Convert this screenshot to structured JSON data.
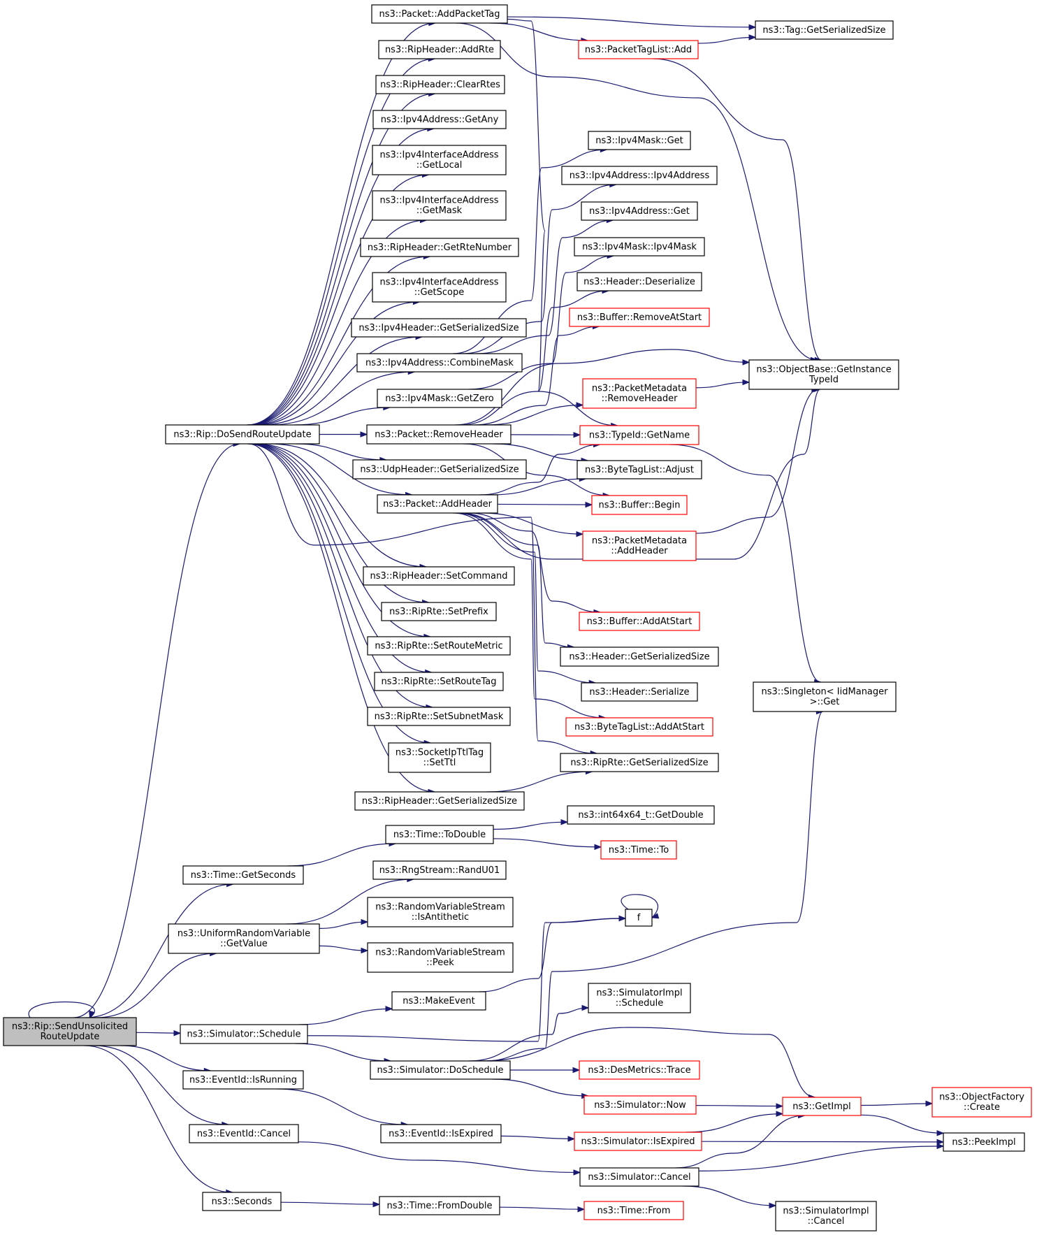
{
  "nodes": [
    {
      "id": "root",
      "lines": [
        "ns3::Rip::SendUnsolicited",
        "RouteUpdate"
      ],
      "style": "root"
    },
    {
      "id": "doSend",
      "lines": [
        "ns3::Rip::DoSendRouteUpdate"
      ],
      "style": "normal"
    },
    {
      "id": "addPacketTag",
      "lines": [
        "ns3::Packet::AddPacketTag"
      ],
      "style": "normal"
    },
    {
      "id": "addRte",
      "lines": [
        "ns3::RipHeader::AddRte"
      ],
      "style": "normal"
    },
    {
      "id": "clearRtes",
      "lines": [
        "ns3::RipHeader::ClearRtes"
      ],
      "style": "normal"
    },
    {
      "id": "getAny",
      "lines": [
        "ns3::Ipv4Address::GetAny"
      ],
      "style": "normal"
    },
    {
      "id": "getLocal",
      "lines": [
        "ns3::Ipv4InterfaceAddress",
        "::GetLocal"
      ],
      "style": "normal"
    },
    {
      "id": "getMask",
      "lines": [
        "ns3::Ipv4InterfaceAddress",
        "::GetMask"
      ],
      "style": "normal"
    },
    {
      "id": "getRteNumber",
      "lines": [
        "ns3::RipHeader::GetRteNumber"
      ],
      "style": "normal"
    },
    {
      "id": "getScope",
      "lines": [
        "ns3::Ipv4InterfaceAddress",
        "::GetScope"
      ],
      "style": "normal"
    },
    {
      "id": "ipv4HdrSize",
      "lines": [
        "ns3::Ipv4Header::GetSerializedSize"
      ],
      "style": "normal"
    },
    {
      "id": "combineMask",
      "lines": [
        "ns3::Ipv4Address::CombineMask"
      ],
      "style": "normal"
    },
    {
      "id": "getZero",
      "lines": [
        "ns3::Ipv4Mask::GetZero"
      ],
      "style": "normal"
    },
    {
      "id": "removeHeader",
      "lines": [
        "ns3::Packet::RemoveHeader"
      ],
      "style": "normal"
    },
    {
      "id": "udpHdrSize",
      "lines": [
        "ns3::UdpHeader::GetSerializedSize"
      ],
      "style": "normal"
    },
    {
      "id": "addHeader",
      "lines": [
        "ns3::Packet::AddHeader"
      ],
      "style": "normal"
    },
    {
      "id": "setCommand",
      "lines": [
        "ns3::RipHeader::SetCommand"
      ],
      "style": "normal"
    },
    {
      "id": "setPrefix",
      "lines": [
        "ns3::RipRte::SetPrefix"
      ],
      "style": "normal"
    },
    {
      "id": "setRouteMetric",
      "lines": [
        "ns3::RipRte::SetRouteMetric"
      ],
      "style": "normal"
    },
    {
      "id": "setRouteTag",
      "lines": [
        "ns3::RipRte::SetRouteTag"
      ],
      "style": "normal"
    },
    {
      "id": "setSubnetMask",
      "lines": [
        "ns3::RipRte::SetSubnetMask"
      ],
      "style": "normal"
    },
    {
      "id": "setTtl",
      "lines": [
        "ns3::SocketIpTtlTag",
        "::SetTtl"
      ],
      "style": "normal"
    },
    {
      "id": "ripHdrSize",
      "lines": [
        "ns3::RipHeader::GetSerializedSize"
      ],
      "style": "normal"
    },
    {
      "id": "tagSize",
      "lines": [
        "ns3::Tag::GetSerializedSize"
      ],
      "style": "normal"
    },
    {
      "id": "ptlAdd",
      "lines": [
        "ns3::PacketTagList::Add"
      ],
      "style": "red"
    },
    {
      "id": "maskGet",
      "lines": [
        "ns3::Ipv4Mask::Get"
      ],
      "style": "normal"
    },
    {
      "id": "addrCtor",
      "lines": [
        "ns3::Ipv4Address::Ipv4Address"
      ],
      "style": "normal"
    },
    {
      "id": "addrGet",
      "lines": [
        "ns3::Ipv4Address::Get"
      ],
      "style": "normal"
    },
    {
      "id": "maskCtor",
      "lines": [
        "ns3::Ipv4Mask::Ipv4Mask"
      ],
      "style": "normal"
    },
    {
      "id": "hdrDeser",
      "lines": [
        "ns3::Header::Deserialize"
      ],
      "style": "normal"
    },
    {
      "id": "bufRemove",
      "lines": [
        "ns3::Buffer::RemoveAtStart"
      ],
      "style": "red"
    },
    {
      "id": "pmRemove",
      "lines": [
        "ns3::PacketMetadata",
        "::RemoveHeader"
      ],
      "style": "red"
    },
    {
      "id": "typeIdName",
      "lines": [
        "ns3::TypeId::GetName"
      ],
      "style": "red"
    },
    {
      "id": "btlAdjust",
      "lines": [
        "ns3::ByteTagList::Adjust"
      ],
      "style": "normal"
    },
    {
      "id": "bufBegin",
      "lines": [
        "ns3::Buffer::Begin"
      ],
      "style": "red"
    },
    {
      "id": "pmAdd",
      "lines": [
        "ns3::PacketMetadata",
        "::AddHeader"
      ],
      "style": "red"
    },
    {
      "id": "bufAddStart",
      "lines": [
        "ns3::Buffer::AddAtStart"
      ],
      "style": "red"
    },
    {
      "id": "hdrSize",
      "lines": [
        "ns3::Header::GetSerializedSize"
      ],
      "style": "normal"
    },
    {
      "id": "hdrSer",
      "lines": [
        "ns3::Header::Serialize"
      ],
      "style": "normal"
    },
    {
      "id": "btlAddStart",
      "lines": [
        "ns3::ByteTagList::AddAtStart"
      ],
      "style": "red"
    },
    {
      "id": "rteSize",
      "lines": [
        "ns3::RipRte::GetSerializedSize"
      ],
      "style": "normal"
    },
    {
      "id": "instTypeId",
      "lines": [
        "ns3::ObjectBase::GetInstance",
        "TypeId"
      ],
      "style": "normal"
    },
    {
      "id": "singletonGet",
      "lines": [
        "ns3::Singleton< IidManager",
        " >::Get"
      ],
      "style": "normal"
    },
    {
      "id": "getSeconds",
      "lines": [
        "ns3::Time::GetSeconds"
      ],
      "style": "normal"
    },
    {
      "id": "toDouble",
      "lines": [
        "ns3::Time::ToDouble"
      ],
      "style": "normal"
    },
    {
      "id": "int64GetDouble",
      "lines": [
        "ns3::int64x64_t::GetDouble"
      ],
      "style": "normal"
    },
    {
      "id": "timeTo",
      "lines": [
        "ns3::Time::To"
      ],
      "style": "red"
    },
    {
      "id": "uniformGet",
      "lines": [
        "ns3::UniformRandomVariable",
        "::GetValue"
      ],
      "style": "normal"
    },
    {
      "id": "randU01",
      "lines": [
        "ns3::RngStream::RandU01"
      ],
      "style": "normal"
    },
    {
      "id": "isAntithetic",
      "lines": [
        "ns3::RandomVariableStream",
        "::IsAntithetic"
      ],
      "style": "normal"
    },
    {
      "id": "peek",
      "lines": [
        "ns3::RandomVariableStream",
        "::Peek"
      ],
      "style": "normal"
    },
    {
      "id": "f",
      "lines": [
        "f"
      ],
      "style": "normal"
    },
    {
      "id": "makeEvent",
      "lines": [
        "ns3::MakeEvent"
      ],
      "style": "normal"
    },
    {
      "id": "simSchedule",
      "lines": [
        "ns3::Simulator::Schedule"
      ],
      "style": "normal"
    },
    {
      "id": "implSchedule",
      "lines": [
        "ns3::SimulatorImpl",
        "::Schedule"
      ],
      "style": "normal"
    },
    {
      "id": "doSchedule",
      "lines": [
        "ns3::Simulator::DoSchedule"
      ],
      "style": "normal"
    },
    {
      "id": "desTrace",
      "lines": [
        "ns3::DesMetrics::Trace"
      ],
      "style": "red"
    },
    {
      "id": "simNow",
      "lines": [
        "ns3::Simulator::Now"
      ],
      "style": "red"
    },
    {
      "id": "getImpl",
      "lines": [
        "ns3::GetImpl"
      ],
      "style": "red"
    },
    {
      "id": "objFactory",
      "lines": [
        "ns3::ObjectFactory",
        "::Create"
      ],
      "style": "red"
    },
    {
      "id": "isRunning",
      "lines": [
        "ns3::EventId::IsRunning"
      ],
      "style": "normal"
    },
    {
      "id": "isExpired",
      "lines": [
        "ns3::EventId::IsExpired"
      ],
      "style": "normal"
    },
    {
      "id": "simIsExpired",
      "lines": [
        "ns3::Simulator::IsExpired"
      ],
      "style": "red"
    },
    {
      "id": "peekImpl",
      "lines": [
        "ns3::PeekImpl"
      ],
      "style": "normal"
    },
    {
      "id": "eventCancel",
      "lines": [
        "ns3::EventId::Cancel"
      ],
      "style": "normal"
    },
    {
      "id": "simCancel",
      "lines": [
        "ns3::Simulator::Cancel"
      ],
      "style": "normal"
    },
    {
      "id": "implCancel",
      "lines": [
        "ns3::SimulatorImpl",
        "::Cancel"
      ],
      "style": "normal"
    },
    {
      "id": "seconds",
      "lines": [
        "ns3::Seconds"
      ],
      "style": "normal"
    },
    {
      "id": "fromDouble",
      "lines": [
        "ns3::Time::FromDouble"
      ],
      "style": "normal"
    },
    {
      "id": "timeFrom",
      "lines": [
        "ns3::Time::From"
      ],
      "style": "red"
    }
  ],
  "edges": [
    [
      "root",
      "root"
    ],
    [
      "root",
      "doSend"
    ],
    [
      "root",
      "getSeconds"
    ],
    [
      "root",
      "uniformGet"
    ],
    [
      "root",
      "simSchedule"
    ],
    [
      "root",
      "isRunning"
    ],
    [
      "root",
      "eventCancel"
    ],
    [
      "root",
      "seconds"
    ],
    [
      "doSend",
      "addPacketTag"
    ],
    [
      "doSend",
      "addRte"
    ],
    [
      "doSend",
      "clearRtes"
    ],
    [
      "doSend",
      "getAny"
    ],
    [
      "doSend",
      "getLocal"
    ],
    [
      "doSend",
      "getMask"
    ],
    [
      "doSend",
      "getRteNumber"
    ],
    [
      "doSend",
      "getScope"
    ],
    [
      "doSend",
      "ipv4HdrSize"
    ],
    [
      "doSend",
      "combineMask"
    ],
    [
      "doSend",
      "getZero"
    ],
    [
      "doSend",
      "removeHeader"
    ],
    [
      "doSend",
      "udpHdrSize"
    ],
    [
      "doSend",
      "addHeader"
    ],
    [
      "doSend",
      "setCommand"
    ],
    [
      "doSend",
      "setPrefix"
    ],
    [
      "doSend",
      "setRouteMetric"
    ],
    [
      "doSend",
      "setRouteTag"
    ],
    [
      "doSend",
      "setSubnetMask"
    ],
    [
      "doSend",
      "setTtl"
    ],
    [
      "doSend",
      "ripHdrSize"
    ],
    [
      "doSend",
      "rteSize"
    ],
    [
      "addPacketTag",
      "tagSize"
    ],
    [
      "addPacketTag",
      "ptlAdd"
    ],
    [
      "addPacketTag",
      "instTypeId"
    ],
    [
      "addPacketTag",
      "typeIdName"
    ],
    [
      "ptlAdd",
      "tagSize"
    ],
    [
      "ptlAdd",
      "instTypeId"
    ],
    [
      "combineMask",
      "maskGet"
    ],
    [
      "combineMask",
      "addrCtor"
    ],
    [
      "combineMask",
      "addrGet"
    ],
    [
      "getZero",
      "maskCtor"
    ],
    [
      "removeHeader",
      "hdrDeser"
    ],
    [
      "removeHeader",
      "bufRemove"
    ],
    [
      "removeHeader",
      "instTypeId"
    ],
    [
      "removeHeader",
      "pmRemove"
    ],
    [
      "removeHeader",
      "typeIdName"
    ],
    [
      "removeHeader",
      "btlAdjust"
    ],
    [
      "removeHeader",
      "bufBegin"
    ],
    [
      "pmRemove",
      "instTypeId"
    ],
    [
      "addHeader",
      "typeIdName"
    ],
    [
      "addHeader",
      "btlAdjust"
    ],
    [
      "addHeader",
      "bufBegin"
    ],
    [
      "addHeader",
      "pmAdd"
    ],
    [
      "addHeader",
      "instTypeId"
    ],
    [
      "addHeader",
      "bufAddStart"
    ],
    [
      "addHeader",
      "hdrSize"
    ],
    [
      "addHeader",
      "hdrSer"
    ],
    [
      "addHeader",
      "btlAddStart"
    ],
    [
      "pmAdd",
      "instTypeId"
    ],
    [
      "typeIdName",
      "singletonGet"
    ],
    [
      "ripHdrSize",
      "rteSize"
    ],
    [
      "getSeconds",
      "toDouble"
    ],
    [
      "toDouble",
      "int64GetDouble"
    ],
    [
      "toDouble",
      "timeTo"
    ],
    [
      "uniformGet",
      "randU01"
    ],
    [
      "uniformGet",
      "isAntithetic"
    ],
    [
      "uniformGet",
      "peek"
    ],
    [
      "simSchedule",
      "makeEvent"
    ],
    [
      "simSchedule",
      "f"
    ],
    [
      "simSchedule",
      "doSchedule"
    ],
    [
      "makeEvent",
      "f"
    ],
    [
      "f",
      "f"
    ],
    [
      "doSchedule",
      "singletonGet"
    ],
    [
      "doSchedule",
      "implSchedule"
    ],
    [
      "doSchedule",
      "desTrace"
    ],
    [
      "doSchedule",
      "simNow"
    ],
    [
      "doSchedule",
      "getImpl"
    ],
    [
      "simNow",
      "getImpl"
    ],
    [
      "getImpl",
      "objFactory"
    ],
    [
      "getImpl",
      "peekImpl"
    ],
    [
      "isRunning",
      "isExpired"
    ],
    [
      "isExpired",
      "simIsExpired"
    ],
    [
      "simIsExpired",
      "getImpl"
    ],
    [
      "simIsExpired",
      "peekImpl"
    ],
    [
      "eventCancel",
      "simCancel"
    ],
    [
      "simCancel",
      "getImpl"
    ],
    [
      "simCancel",
      "peekImpl"
    ],
    [
      "simCancel",
      "implCancel"
    ],
    [
      "seconds",
      "fromDouble"
    ],
    [
      "fromDouble",
      "timeFrom"
    ]
  ]
}
